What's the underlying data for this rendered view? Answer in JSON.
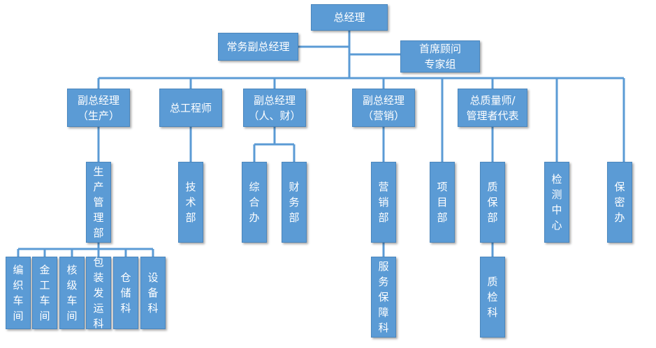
{
  "colors": {
    "box_fill": "#5b9bd5",
    "line": "#5b9bd5",
    "text": "#ffffff"
  },
  "nodes": {
    "gm": "总经理",
    "exec_vp": "常务副总经理",
    "chief_advisor": "首席顾问\n专家组",
    "vp_production": "副总经理\n（生产）",
    "chief_engineer": "总工程师",
    "vp_hr_finance": "副总经理\n（人、财）",
    "vp_marketing": "副总经理\n（营销）",
    "chief_quality": "总质量师/\n管理者代表",
    "production_dept": "生产管理部",
    "tech_dept": "技术部",
    "general_office": "综合办",
    "finance_dept": "财务部",
    "marketing_dept": "营销部",
    "project_dept": "项目部",
    "quality_dept": "质保部",
    "testing_center": "检测中心",
    "security_office": "保密办",
    "service_section": "服务保障科",
    "inspection_section": "质检科",
    "braiding_workshop": "编织车间",
    "metalwork_workshop": "金工车间",
    "nuclear_workshop": "核级车间",
    "packing_shipping": "包装发运科",
    "warehouse": "仓储科",
    "equipment_section": "设备科"
  }
}
